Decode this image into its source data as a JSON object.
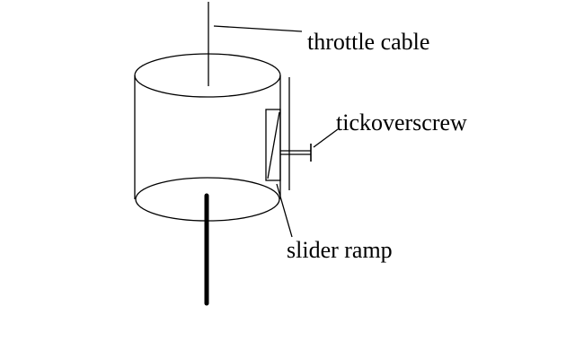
{
  "labels": {
    "throttle_cable": "throttle cable",
    "tickover_screw": "tickoverscrew",
    "slider_ramp": "slider ramp"
  },
  "colors": {
    "ink": "#000000",
    "background": "#ffffff"
  }
}
